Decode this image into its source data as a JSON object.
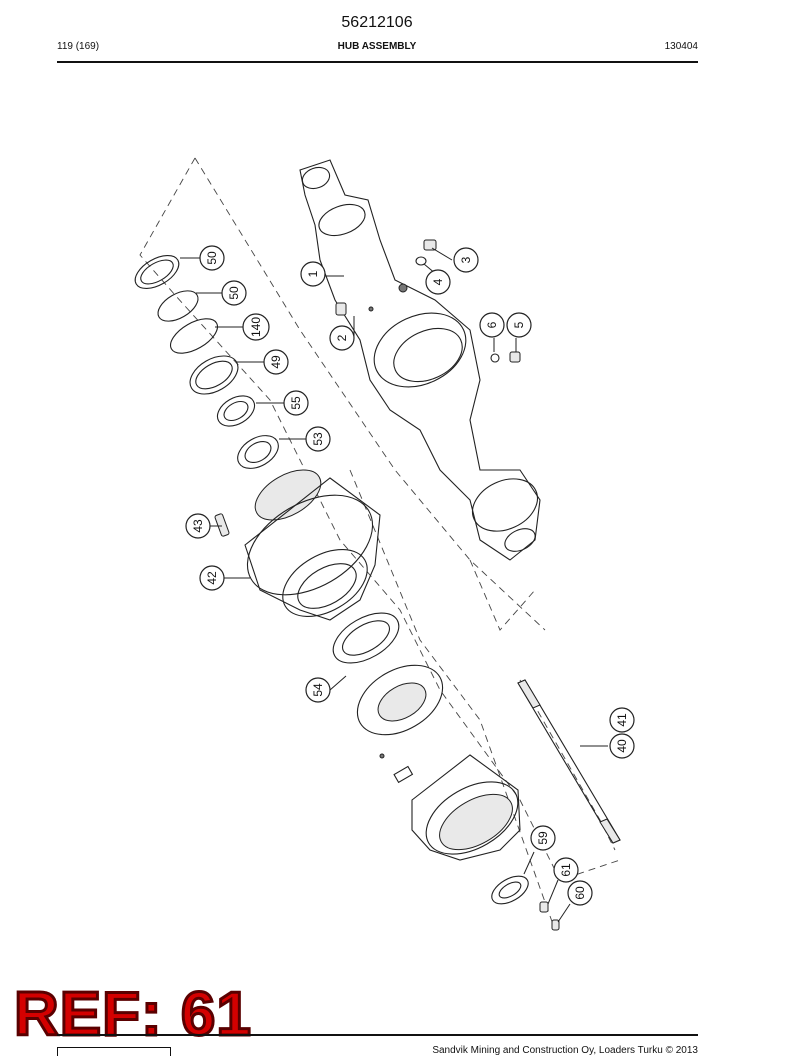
{
  "header": {
    "doc_number": "56212106",
    "page_count": "119 (169)",
    "section_title": "HUB ASSEMBLY",
    "revision": "130404"
  },
  "callouts": {
    "c50a": "50",
    "c50b": "50",
    "c140": "140",
    "c49": "49",
    "c55": "55",
    "c53": "53",
    "c43": "43",
    "c42": "42",
    "c54": "54",
    "c1": "1",
    "c2": "2",
    "c3": "3",
    "c4": "4",
    "c5": "5",
    "c6": "6",
    "c41": "41",
    "c40": "40",
    "c59": "59",
    "c61": "61",
    "c60": "60"
  },
  "stamp": {
    "ref_label": "REF: 61"
  },
  "footer": {
    "copyright": "Sandvik Mining and Construction Oy, Loaders Turku © 2013"
  }
}
